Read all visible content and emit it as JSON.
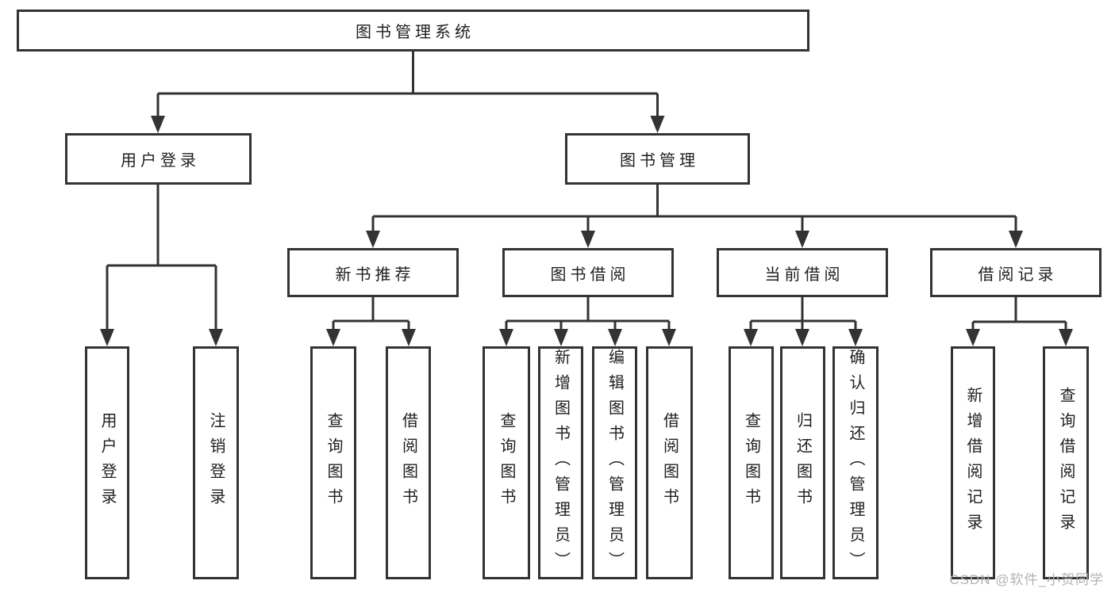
{
  "colors": {
    "line": "#333333",
    "background": "#ffffff",
    "text": "#1f1f1f",
    "watermark": "#b3b3b3"
  },
  "root": {
    "label": "图书管理系统"
  },
  "level2": [
    {
      "id": "user-login",
      "label": "用户登录"
    },
    {
      "id": "book-management",
      "label": "图书管理"
    }
  ],
  "level3": [
    {
      "id": "new-book-recommend",
      "label": "新书推荐"
    },
    {
      "id": "book-borrow",
      "label": "图书借阅"
    },
    {
      "id": "current-borrow",
      "label": "当前借阅"
    },
    {
      "id": "borrow-records",
      "label": "借阅记录"
    }
  ],
  "leaves": {
    "user_login": [
      {
        "label": "用户登录"
      },
      {
        "label": "注销登录"
      }
    ],
    "new_book_recommend": [
      {
        "label": "查询图书"
      },
      {
        "label": "借阅图书"
      }
    ],
    "book_borrow": [
      {
        "label": "查询图书"
      },
      {
        "label": "新增图书（管理员）"
      },
      {
        "label": "编辑图书（管理员）"
      },
      {
        "label": "借阅图书"
      }
    ],
    "current_borrow": [
      {
        "label": "查询图书"
      },
      {
        "label": "归还图书"
      },
      {
        "label": "确认归还（管理员）"
      }
    ],
    "borrow_records": [
      {
        "label": "新增借阅记录"
      },
      {
        "label": "查询借阅记录"
      }
    ]
  },
  "watermark": {
    "text": "CSDN @软件_小贺同学"
  }
}
